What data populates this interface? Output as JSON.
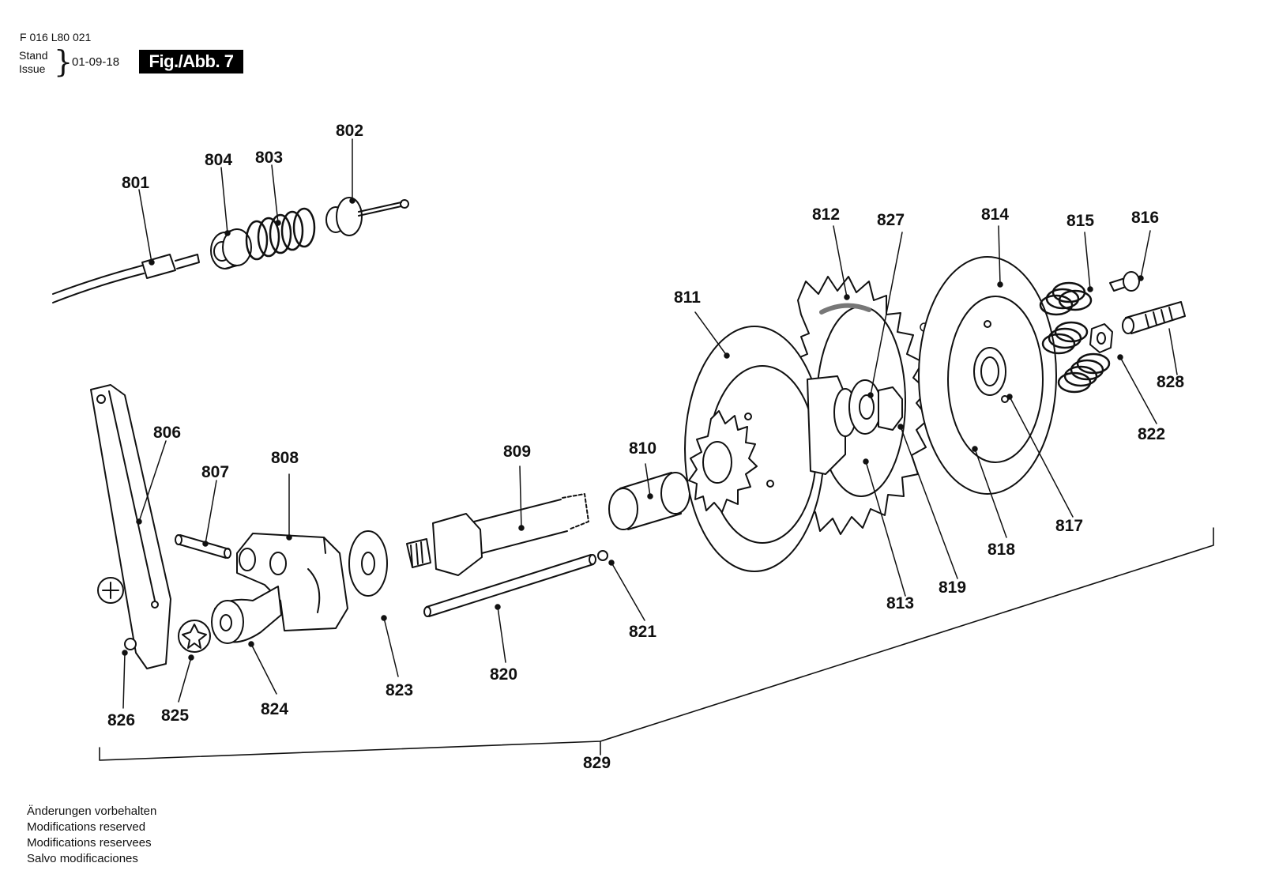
{
  "header": {
    "doc_number": "F 016 L80 021",
    "stand_label": "Stand",
    "issue_label": "Issue",
    "issue_date": "01-09-18",
    "figure_label": "Fig./Abb. 7"
  },
  "parts": [
    {
      "id": "801",
      "label": "801"
    },
    {
      "id": "802",
      "label": "802"
    },
    {
      "id": "803",
      "label": "803"
    },
    {
      "id": "804",
      "label": "804"
    },
    {
      "id": "806",
      "label": "806"
    },
    {
      "id": "807",
      "label": "807"
    },
    {
      "id": "808",
      "label": "808"
    },
    {
      "id": "809",
      "label": "809"
    },
    {
      "id": "810",
      "label": "810"
    },
    {
      "id": "811",
      "label": "811"
    },
    {
      "id": "812",
      "label": "812"
    },
    {
      "id": "813",
      "label": "813"
    },
    {
      "id": "814",
      "label": "814"
    },
    {
      "id": "815",
      "label": "815"
    },
    {
      "id": "816",
      "label": "816"
    },
    {
      "id": "817",
      "label": "817"
    },
    {
      "id": "818",
      "label": "818"
    },
    {
      "id": "819",
      "label": "819"
    },
    {
      "id": "820",
      "label": "820"
    },
    {
      "id": "821",
      "label": "821"
    },
    {
      "id": "822",
      "label": "822"
    },
    {
      "id": "823",
      "label": "823"
    },
    {
      "id": "824",
      "label": "824"
    },
    {
      "id": "825",
      "label": "825"
    },
    {
      "id": "826",
      "label": "826"
    },
    {
      "id": "827",
      "label": "827"
    },
    {
      "id": "828",
      "label": "828"
    },
    {
      "id": "829",
      "label": "829"
    }
  ],
  "footer": {
    "line1": "Änderungen vorbehalten",
    "line2": "Modifications reserved",
    "line3": "Modifications reservees",
    "line4": "Salvo modificaciones"
  }
}
